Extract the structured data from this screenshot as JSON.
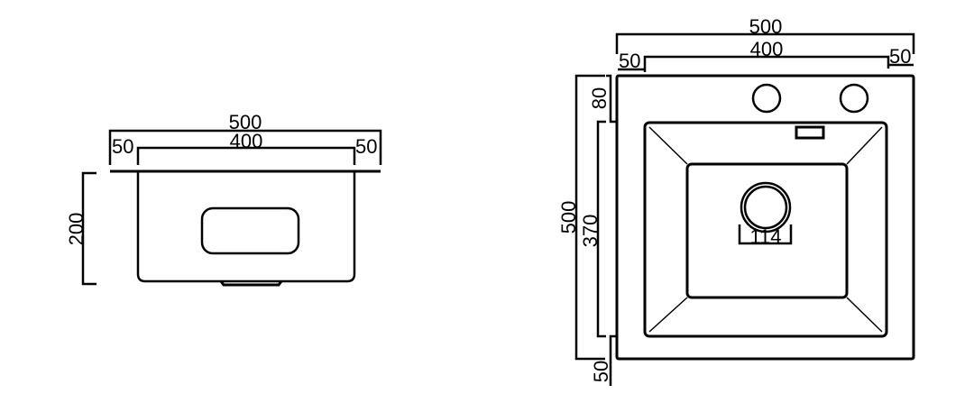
{
  "side_view": {
    "overall_width": "500",
    "bowl_width": "400",
    "left_rim": "50",
    "right_rim": "50",
    "depth": "200"
  },
  "top_view": {
    "overall_width": "500",
    "bowl_width": "400",
    "left_rim": "50",
    "right_rim": "50",
    "overall_length": "500",
    "top_rim": "80",
    "bowl_length": "370",
    "bottom_rim": "50",
    "drain_diameter": "114"
  },
  "colors": {
    "line": "#000000",
    "background": "#ffffff"
  }
}
